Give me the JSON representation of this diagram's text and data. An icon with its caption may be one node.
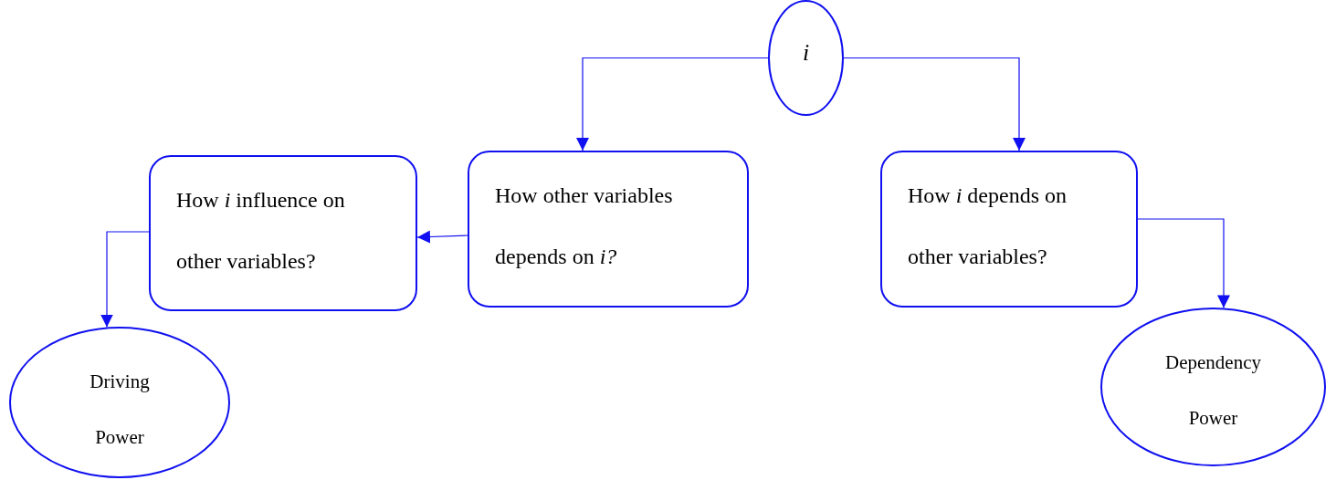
{
  "diagram": {
    "nodes": [
      {
        "text": [
          "i"
        ]
      },
      {
        "text": [
          "How *i* influence on other variables?"
        ]
      },
      {
        "text": [
          "How other variables depends on *i?*"
        ]
      },
      {
        "text": [
          "How *i* depends on other variables?"
        ]
      },
      {
        "text": [
          "Driving Power"
        ]
      },
      {
        "text": [
          "Dependency Power"
        ]
      }
    ],
    "edges": [
      {
        "from": 0,
        "to": 2,
        "arrow": "to"
      },
      {
        "from": 0,
        "to": 3,
        "arrow": "to"
      },
      {
        "from": 2,
        "to": 1,
        "arrow": "to"
      },
      {
        "from": 1,
        "to": 4,
        "arrow": "to"
      },
      {
        "from": 3,
        "to": 5,
        "arrow": "to"
      }
    ]
  }
}
